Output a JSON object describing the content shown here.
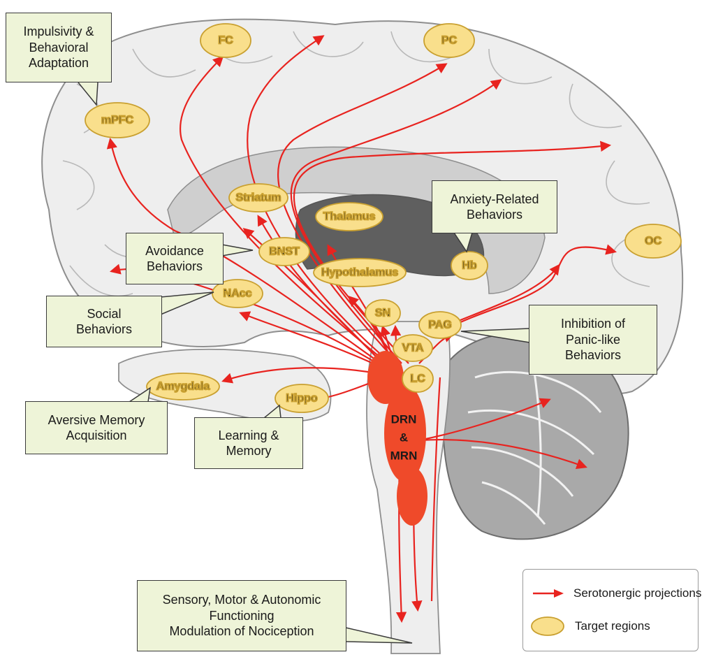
{
  "regions": {
    "fc": "FC",
    "pc": "PC",
    "mpfc": "mPFC",
    "oc": "OC",
    "striatum": "Striatum",
    "thalamus": "Thalamus",
    "bnst": "BNST",
    "hypothalamus": "Hypothalamus",
    "hb": "Hb",
    "nacc": "NAcc",
    "sn": "SN",
    "pag": "PAG",
    "vta": "VTA",
    "lc": "LC",
    "amygdala": "Amygdala",
    "hippo": "Hippo"
  },
  "raphe": {
    "line1": "DRN",
    "line2": "&",
    "line3": "MRN"
  },
  "callouts": {
    "impulsivity": [
      "Impulsivity &",
      "Behavioral",
      "Adaptation"
    ],
    "avoidance": [
      "Avoidance",
      "Behaviors"
    ],
    "social": [
      "Social",
      "Behaviors"
    ],
    "anxiety": [
      "Anxiety-Related",
      "Behaviors"
    ],
    "panic": [
      "Inhibition of",
      "Panic-like",
      "Behaviors"
    ],
    "aversive": [
      "Aversive Memory",
      "Acquisition"
    ],
    "learning": [
      "Learning &",
      "Memory"
    ],
    "sensory": [
      "Sensory, Motor & Autonomic",
      "Functioning",
      "Modulation of  Nociception"
    ]
  },
  "legend": {
    "projections": "Serotonergic projections",
    "targets": "Target regions"
  },
  "colors": {
    "projection": "#e8231f",
    "target_fill": "#f9df8c",
    "target_stroke": "#c9a030",
    "raphe": "#ef4a2a",
    "callout_fill": "#eef4d8",
    "brain": "#eeeeee",
    "ventricle": "#9a9a9a"
  }
}
